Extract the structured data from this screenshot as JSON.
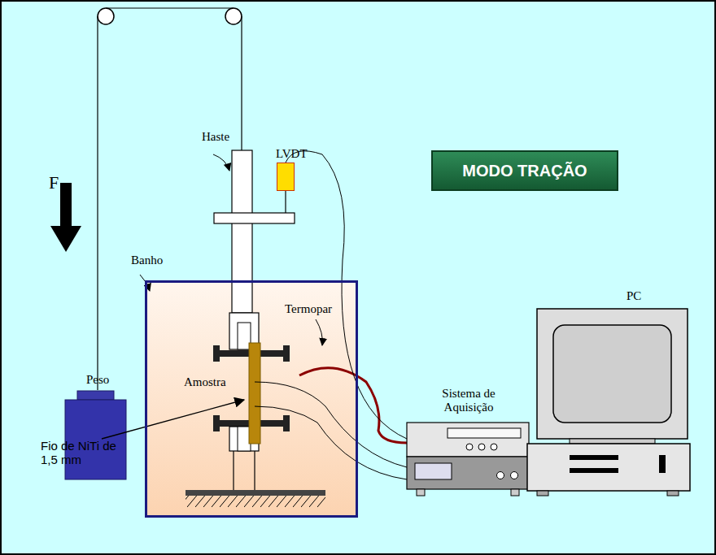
{
  "diagram": {
    "nodes": [
      {
        "text": [
          "Banho"
        ]
      },
      {
        "text": [
          "Peso"
        ]
      },
      {
        "text": [
          "LVDT"
        ]
      },
      {
        "text": [
          "MODO TRAÇÃO"
        ]
      },
      {
        "text": [
          "Sistema de Aquisição"
        ]
      },
      {
        "text": [
          "PC"
        ]
      }
    ],
    "edges": [
      {
        "from": 2,
        "to": 4,
        "arrow": "none"
      }
    ],
    "labels": [
      "F",
      "Haste",
      "Termopar",
      "Amostra",
      "Fio de NiTi de 1,5 mm"
    ]
  }
}
